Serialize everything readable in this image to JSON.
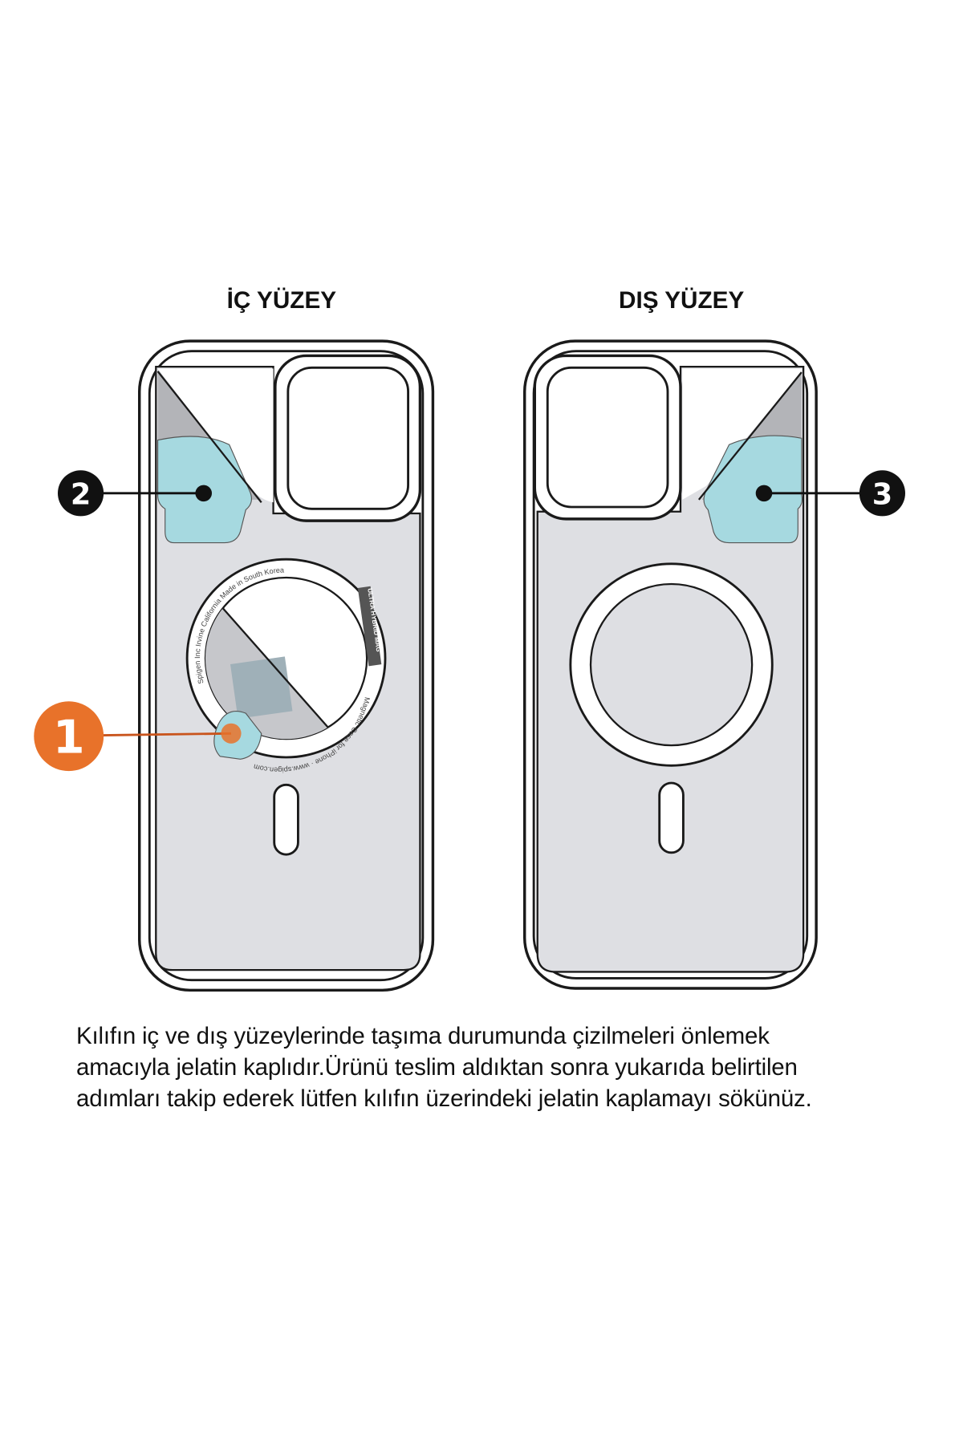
{
  "headings": {
    "inner": "İÇ YÜZEY",
    "outer": "DIŞ YÜZEY"
  },
  "markers": [
    {
      "number": "1",
      "color": "#e8722a"
    },
    {
      "number": "2",
      "color": "#111111"
    },
    {
      "number": "3",
      "color": "#111111"
    }
  ],
  "colors": {
    "film_blue": "#a6d9e0",
    "shade_gray": "#b3b4b8",
    "case_fill": "#dedfe3",
    "outline": "#1a1a1a"
  },
  "ring_text": {
    "top": "Spigen Inc Irvine California Made in South Korea",
    "badge": "ULTRA HYBRID MAG",
    "bottom": "Magnetic Case for iPhone · www.spigen.com"
  },
  "note_lines": [
    "Kılıfın iç ve dış yüzeylerinde taşıma durumunda çizilmeleri önlemek",
    "amacıyla jelatin kaplıdır.Ürünü teslim aldıktan sonra yukarıda belirtilen",
    "adımları takip ederek lütfen kılıfın üzerindeki jelatin kaplamayı sökünüz."
  ]
}
